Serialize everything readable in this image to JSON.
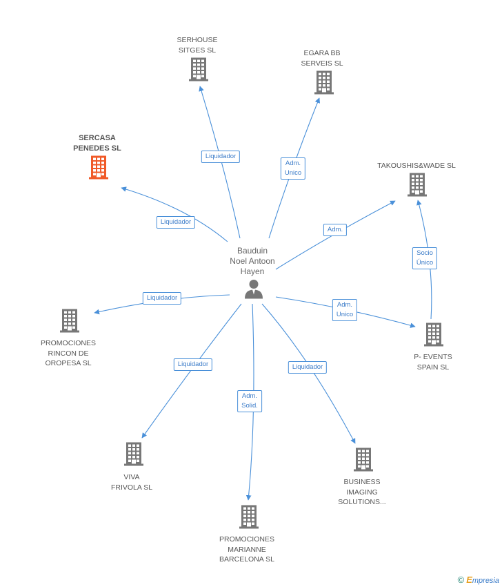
{
  "center": {
    "name_lines": [
      "Bauduin",
      "Noel Antoon",
      "Hayen"
    ]
  },
  "nodes": [
    {
      "id": "serhouse",
      "lines": [
        "SERHOUSE",
        "SITGES SL"
      ],
      "highlight": false
    },
    {
      "id": "egara",
      "lines": [
        "EGARA BB",
        "SERVEIS SL"
      ],
      "highlight": false
    },
    {
      "id": "sercasa",
      "lines": [
        "SERCASA",
        "PENEDES SL"
      ],
      "highlight": true
    },
    {
      "id": "takoushis",
      "lines": [
        "TAKOUSHIS&WADE SL"
      ],
      "highlight": false
    },
    {
      "id": "promociones-rincon",
      "lines": [
        "PROMOCIONES",
        "RINCON DE",
        "OROPESA SL"
      ],
      "highlight": false
    },
    {
      "id": "p-events",
      "lines": [
        "P- EVENTS",
        "SPAIN SL"
      ],
      "highlight": false
    },
    {
      "id": "viva",
      "lines": [
        "VIVA",
        "FRIVOLA SL"
      ],
      "highlight": false
    },
    {
      "id": "business",
      "lines": [
        "BUSINESS",
        "IMAGING",
        "SOLUTIONS..."
      ],
      "highlight": false
    },
    {
      "id": "promociones-marianne",
      "lines": [
        "PROMOCIONES",
        "MARIANNE",
        "BARCELONA SL"
      ],
      "highlight": false
    }
  ],
  "edges": [
    {
      "to": "serhouse",
      "label_lines": [
        "Liquidador"
      ]
    },
    {
      "to": "egara",
      "label_lines": [
        "Adm.",
        "Unico"
      ]
    },
    {
      "to": "sercasa",
      "label_lines": [
        "Liquidador"
      ]
    },
    {
      "to": "takoushis",
      "label_lines": [
        "Adm."
      ]
    },
    {
      "to": "promociones-rincon",
      "label_lines": [
        "Liquidador"
      ]
    },
    {
      "to": "p-events",
      "label_lines": [
        "Adm.",
        "Unico"
      ]
    },
    {
      "to": "viva",
      "label_lines": [
        "Liquidador"
      ]
    },
    {
      "to": "promociones-marianne",
      "label_lines": [
        "Adm.",
        "Solid."
      ]
    },
    {
      "to": "business",
      "label_lines": [
        "Liquidador"
      ]
    },
    {
      "from": "p-events",
      "to": "takoushis",
      "label_lines": [
        "Socio",
        "Único"
      ]
    }
  ],
  "colors": {
    "edge": "#4a90d9",
    "building": "#777777",
    "building_highlight": "#f05a28",
    "person": "#777777"
  },
  "watermark": {
    "copyright": "©",
    "brand_initial": "E",
    "brand_rest": "mpresia"
  }
}
